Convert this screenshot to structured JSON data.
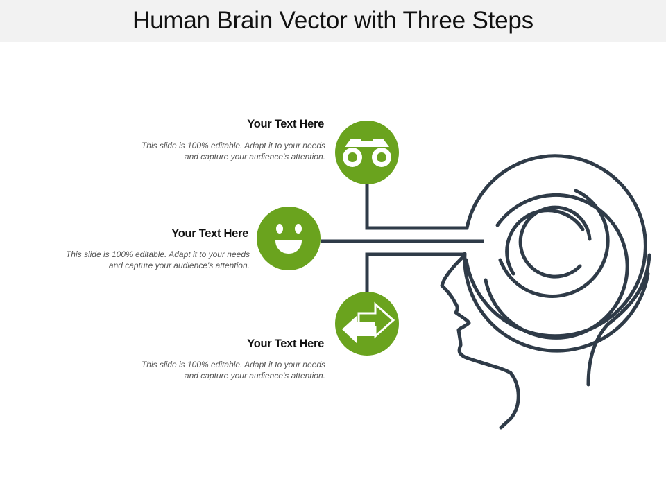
{
  "slide": {
    "title": "Human Brain Vector with Three Steps"
  },
  "colors": {
    "accent": "#6aa31e",
    "line": "#2f3b48",
    "title_bar": "#f2f2f2"
  },
  "steps": [
    {
      "icon": "binoculars-icon",
      "heading": "Your Text Here",
      "desc_line1": "This slide is 100% editable. Adapt it to your needs",
      "desc_line2": "and capture your audience's attention."
    },
    {
      "icon": "smiley-face-icon",
      "heading": "Your Text Here",
      "desc_line1": "This slide is 100% editable. Adapt it to your needs",
      "desc_line2": "and capture your audience's attention."
    },
    {
      "icon": "double-arrow-icon",
      "heading": "Your Text Here",
      "desc_line1": "This slide is 100% editable. Adapt it to your needs",
      "desc_line2": "and capture your audience's attention."
    }
  ]
}
